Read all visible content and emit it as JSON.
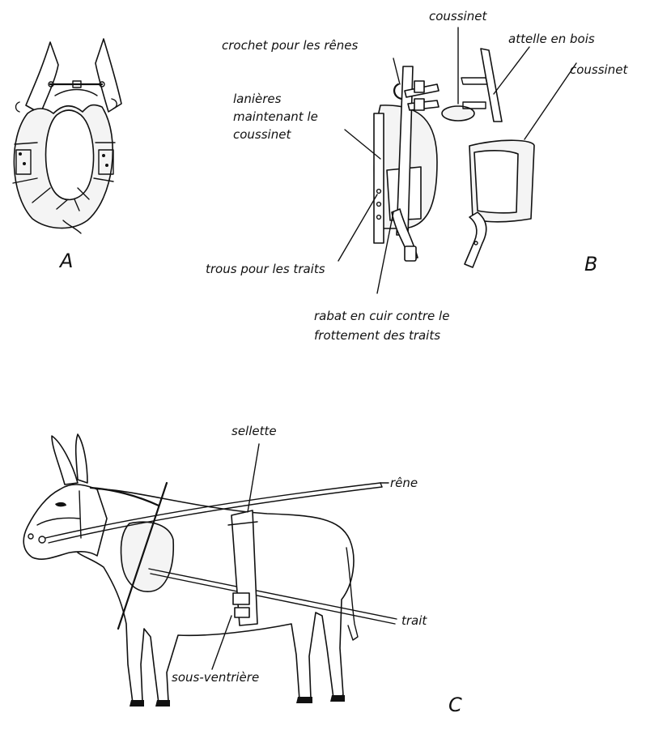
{
  "figures": {
    "a": "A",
    "b": "B",
    "c": "C"
  },
  "labels": {
    "coussinet_top": "coussinet",
    "attelle": "attelle en bois",
    "coussinet_right": "coussinet",
    "crochet": "crochet pour les rênes",
    "lanieres": [
      "lanières",
      "maintenant le",
      "coussinet"
    ],
    "trous": "trous pour les traits",
    "rabat": [
      "rabat en cuir contre le",
      "frottement des traits"
    ],
    "sellette": "sellette",
    "rene": "rêne",
    "trait": "trait",
    "sous_ventriere": "sous-ventrière"
  }
}
